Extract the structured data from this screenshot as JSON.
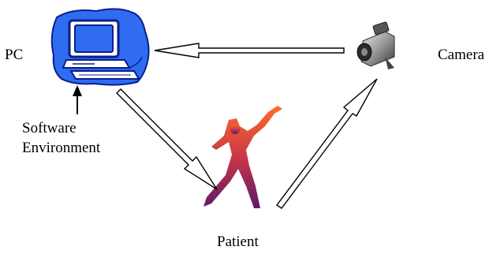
{
  "labels": {
    "pc": "PC",
    "camera": "Camera",
    "software_line1": "Software",
    "software_line2": "Environment",
    "patient": "Patient"
  },
  "icons": {
    "pc": "computer-icon",
    "camera": "video-camera-icon",
    "patient": "dancing-figure-icon"
  },
  "colors": {
    "pc_fill": "#2f6cf0",
    "pc_dark": "#0a1e8c",
    "figure_top": "#ff6a2a",
    "figure_bottom": "#6a1f6a"
  },
  "edges": [
    {
      "from": "Camera",
      "to": "PC"
    },
    {
      "from": "PC",
      "to": "Patient"
    },
    {
      "from": "Patient",
      "to": "Camera"
    },
    {
      "from": "Software Environment",
      "to": "PC"
    }
  ]
}
